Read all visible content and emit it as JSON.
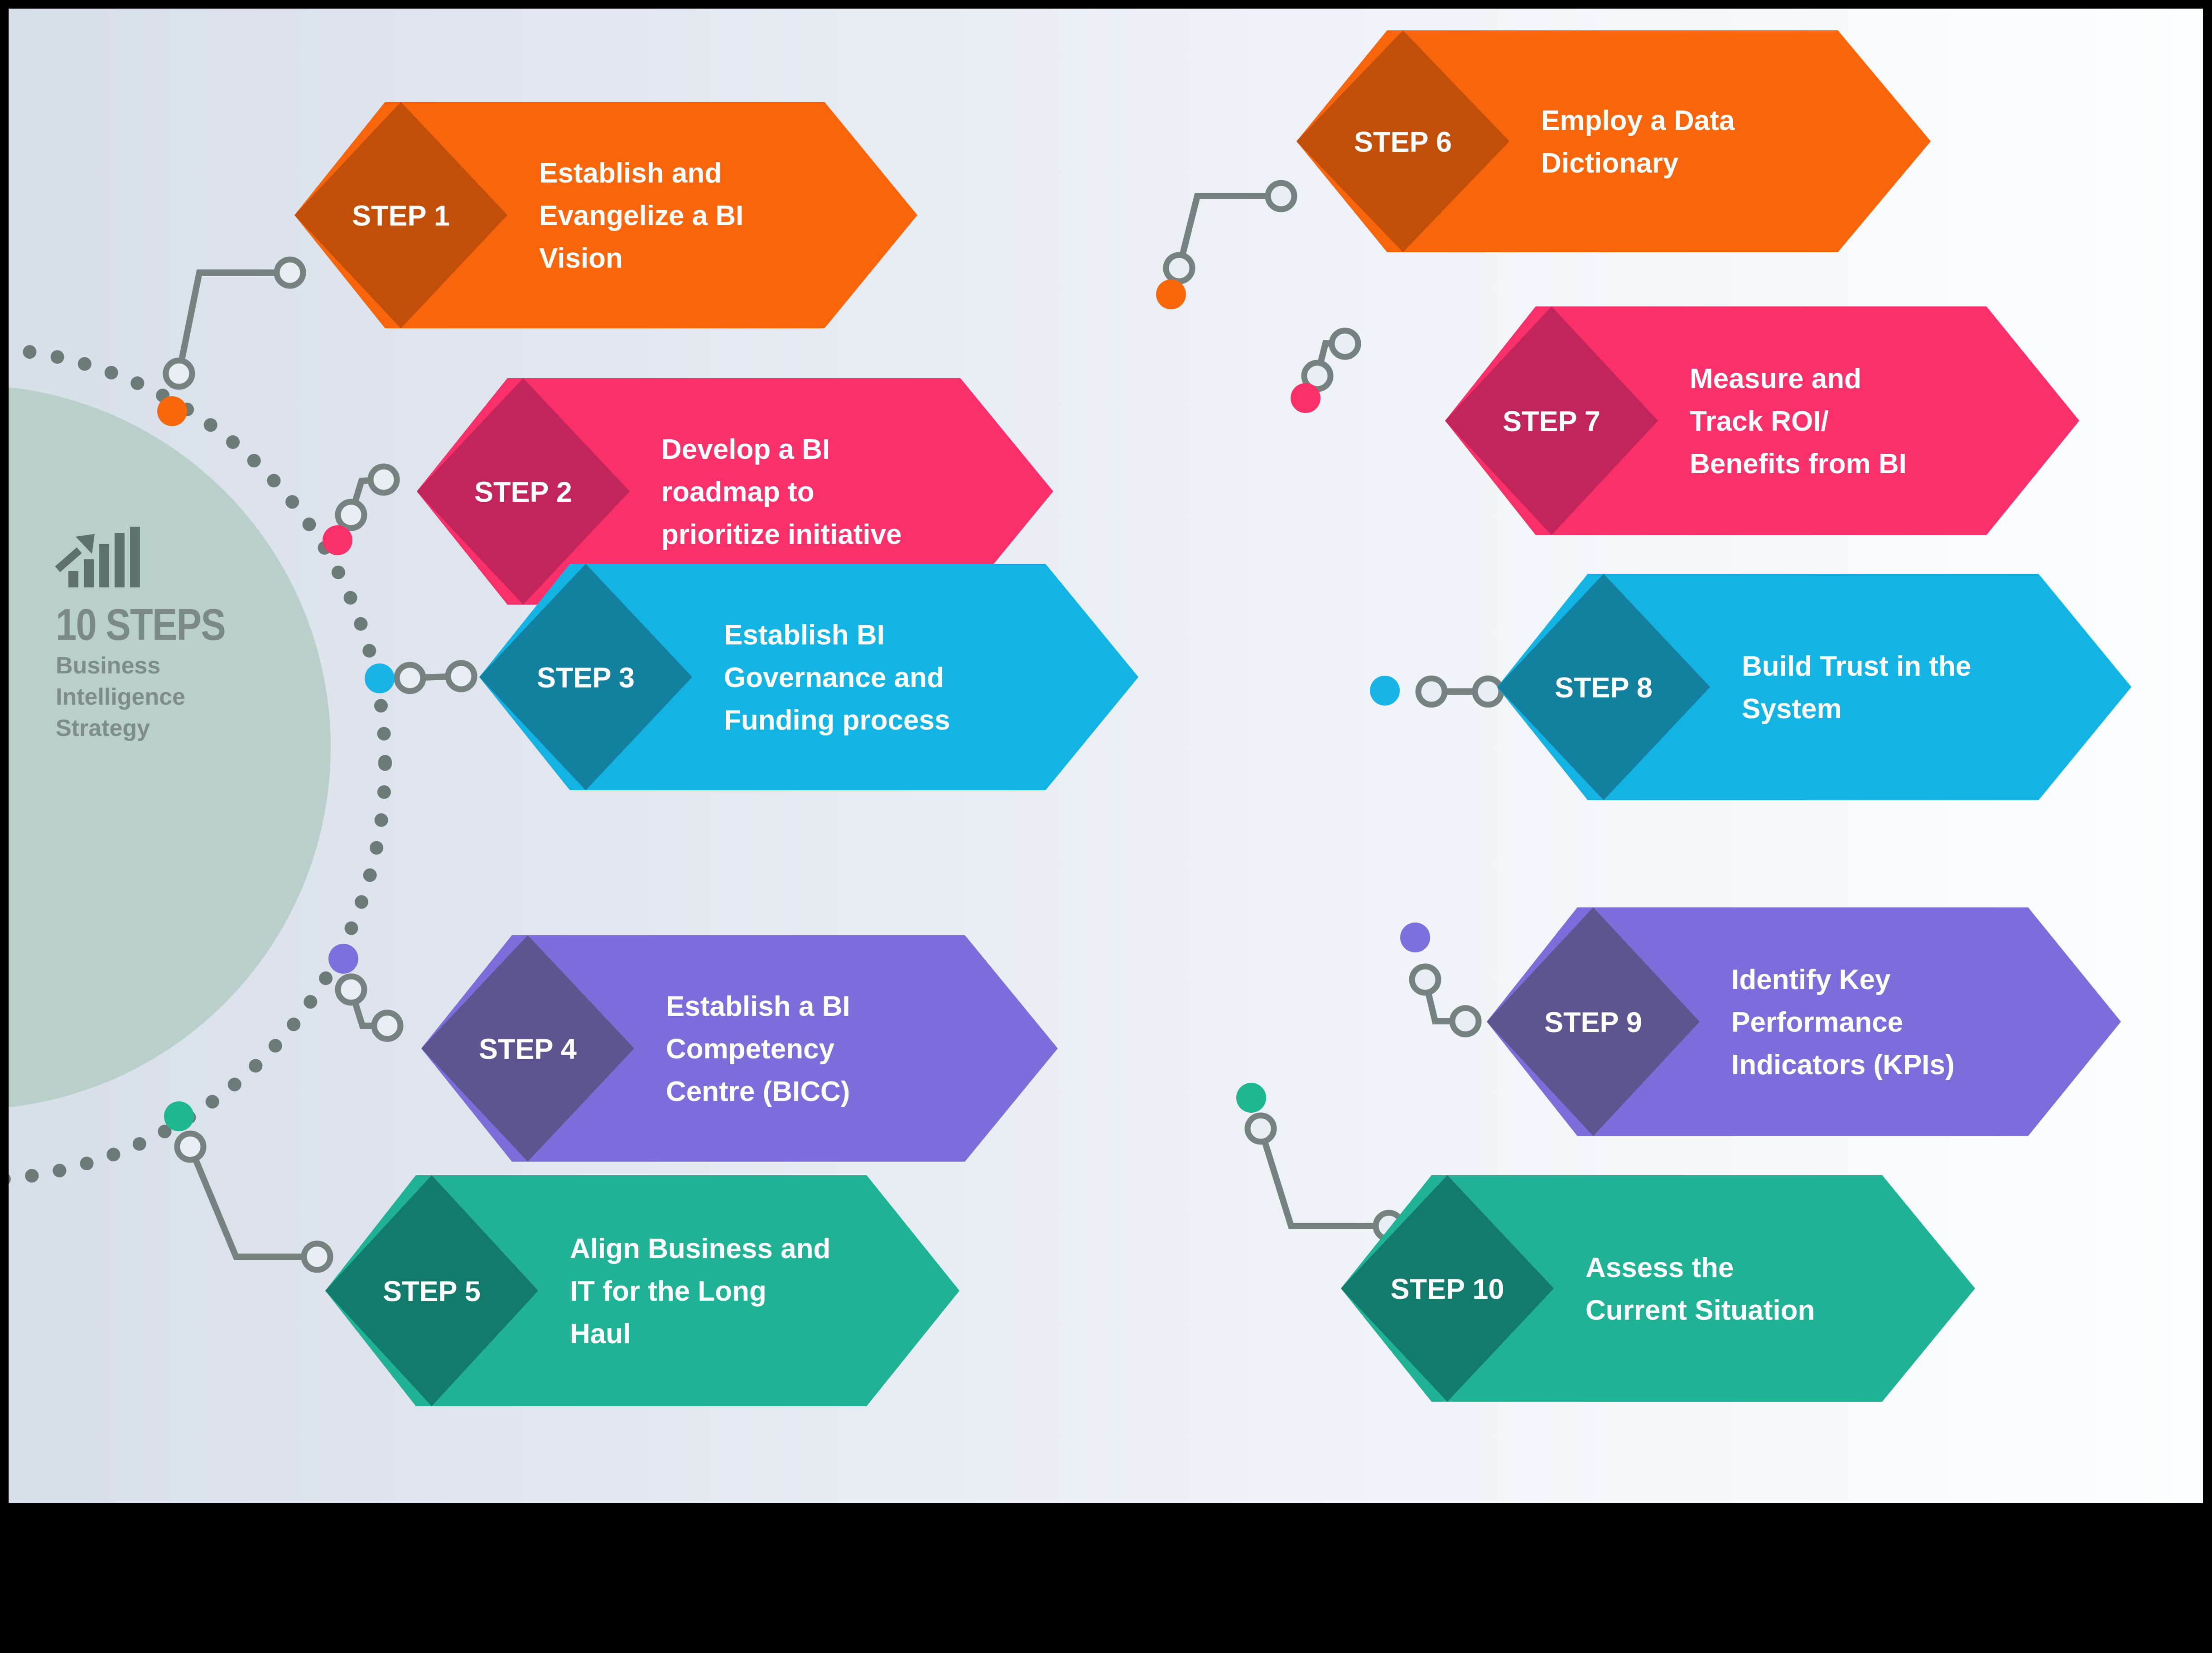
{
  "frame": {
    "color": "#000000"
  },
  "background": {
    "gradient": [
      "#d7dfe9",
      "#edf1f6",
      "#fdfeff"
    ]
  },
  "brand_panel": {
    "icon": "growth-trend-bar-chart-icon",
    "icon_color": "#5f706e",
    "circle_color": "#b9cfca",
    "title": "10 STEPS",
    "title_color": "#7b8a88",
    "subtitle_lines": [
      "Business",
      "Intelligence",
      "Strategy"
    ],
    "subtitle_color": "#7e8d8a"
  },
  "connector_color": "#75827f",
  "arc_dot_color": "#6c7b78",
  "ring_fill": "#e9eef4",
  "text_color": "#ffffff",
  "steps": [
    {
      "label": "STEP 1",
      "lines": [
        "Establish and",
        "Evangelize a BI",
        "Vision"
      ],
      "color": "#F8650B",
      "dark_color": "#C24F09",
      "dot_color": "#F8680B"
    },
    {
      "label": "STEP 2",
      "lines": [
        "Develop a BI",
        "roadmap to",
        "prioritize initiative"
      ],
      "color": "#F93069",
      "dark_color": "#C2255C",
      "dot_color": "#F93168"
    },
    {
      "label": "STEP 3",
      "lines": [
        "Establish BI",
        "Governance and",
        "Funding process"
      ],
      "color": "#13B3E4",
      "dark_color": "#13809F",
      "dot_color": "#18B5E6"
    },
    {
      "label": "STEP 4",
      "lines": [
        "Establish a BI",
        "Competency",
        "Centre (BICC)"
      ],
      "color": "#7B6EDB",
      "dark_color": "#5D5590",
      "dot_color": "#7B71DD"
    },
    {
      "label": "STEP 5",
      "lines": [
        "Align Business and",
        "IT for the Long",
        "Haul"
      ],
      "color": "#20B294",
      "dark_color": "#127B6B",
      "dot_color": "#1FB78F"
    },
    {
      "label": "STEP 6",
      "lines": [
        "Employ a Data",
        "Dictionary"
      ],
      "color": "#F8650B",
      "dark_color": "#C24F09",
      "dot_color": "#F8680B"
    },
    {
      "label": "STEP 7",
      "lines": [
        "Measure and",
        "Track ROI/",
        "Benefits from BI"
      ],
      "color": "#F93069",
      "dark_color": "#C2255C",
      "dot_color": "#F93168"
    },
    {
      "label": "STEP 8",
      "lines": [
        "Build Trust in the",
        "System"
      ],
      "color": "#13B3E4",
      "dark_color": "#13809F",
      "dot_color": "#18B5E6"
    },
    {
      "label": "STEP 9",
      "lines": [
        "Identify Key",
        "Performance",
        "Indicators (KPIs)"
      ],
      "color": "#7B6EDB",
      "dark_color": "#5D5590",
      "dot_color": "#7B71DD"
    },
    {
      "label": "STEP 10",
      "lines": [
        "Assess the",
        "Current Situation"
      ],
      "color": "#20B294",
      "dark_color": "#127B6B",
      "dot_color": "#1FB78F"
    }
  ]
}
